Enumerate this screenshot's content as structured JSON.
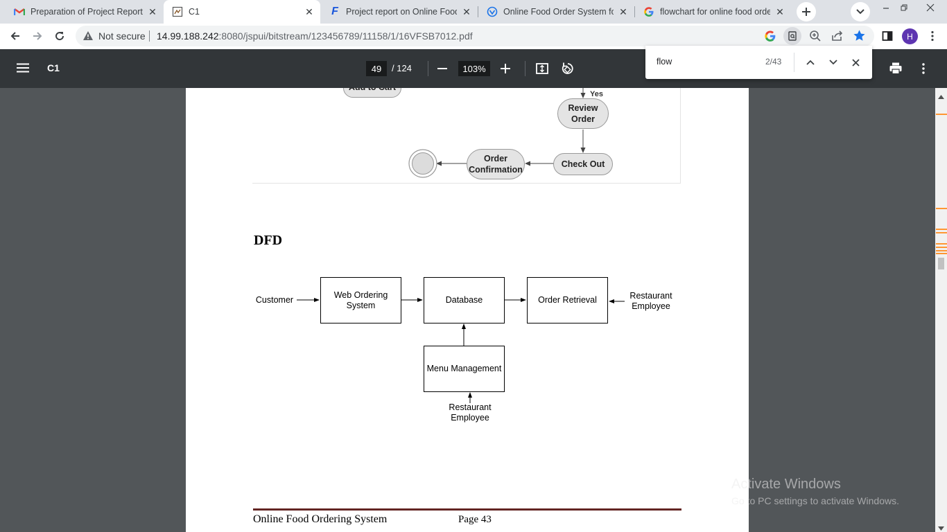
{
  "browser": {
    "tabs": [
      {
        "title": "Preparation of Project Reports",
        "icon": "gmail-icon"
      },
      {
        "title": "C1",
        "icon": "pdf-doc-icon",
        "active": true
      },
      {
        "title": "Project report on Online Food",
        "icon": "f-logo-icon"
      },
      {
        "title": "Online Food Order System for",
        "icon": "vivo-icon"
      },
      {
        "title": "flowchart for online food orde",
        "icon": "google-icon"
      }
    ],
    "security_label": "Not secure",
    "url_host": "14.99.188.242",
    "url_rest": ":8080/jspui/bitstream/123456789/11158/1/16VFSB7012.pdf",
    "profile_initial": "H"
  },
  "pdf_toolbar": {
    "doc_title": "C1",
    "current_page": "49",
    "total_pages": "/ 124",
    "zoom": "103%"
  },
  "find": {
    "query": "flow",
    "count": "2/43"
  },
  "flowchart": {
    "yes_label": "Yes",
    "partial_node": "Add to Cart",
    "review_order": "Review Order",
    "check_out": "Check Out",
    "order_confirmation": "Order Confirmation"
  },
  "dfd": {
    "heading": "DFD",
    "customer": "Customer",
    "web_ordering": "Web Ordering System",
    "database": "Database",
    "order_retrieval": "Order Retrieval",
    "restaurant_employee_right": "Restaurant Employee",
    "menu_management": "Menu Management",
    "restaurant_employee_bottom": "Restaurant Employee"
  },
  "footer": {
    "doc_name": "Online Food Ordering System",
    "page_label": "Page 43"
  },
  "watermark": {
    "title": "Activate Windows",
    "subtitle": "Go to PC settings to activate Windows."
  },
  "colors": {
    "tabstrip": "#dee1e6",
    "pdf_toolbar": "#323639",
    "viewer_bg": "#525659",
    "footer_rule": "#632523",
    "find_highlight": "#ff9632",
    "bookmark_star": "#1a73e8",
    "profile": "#5e35b1"
  }
}
